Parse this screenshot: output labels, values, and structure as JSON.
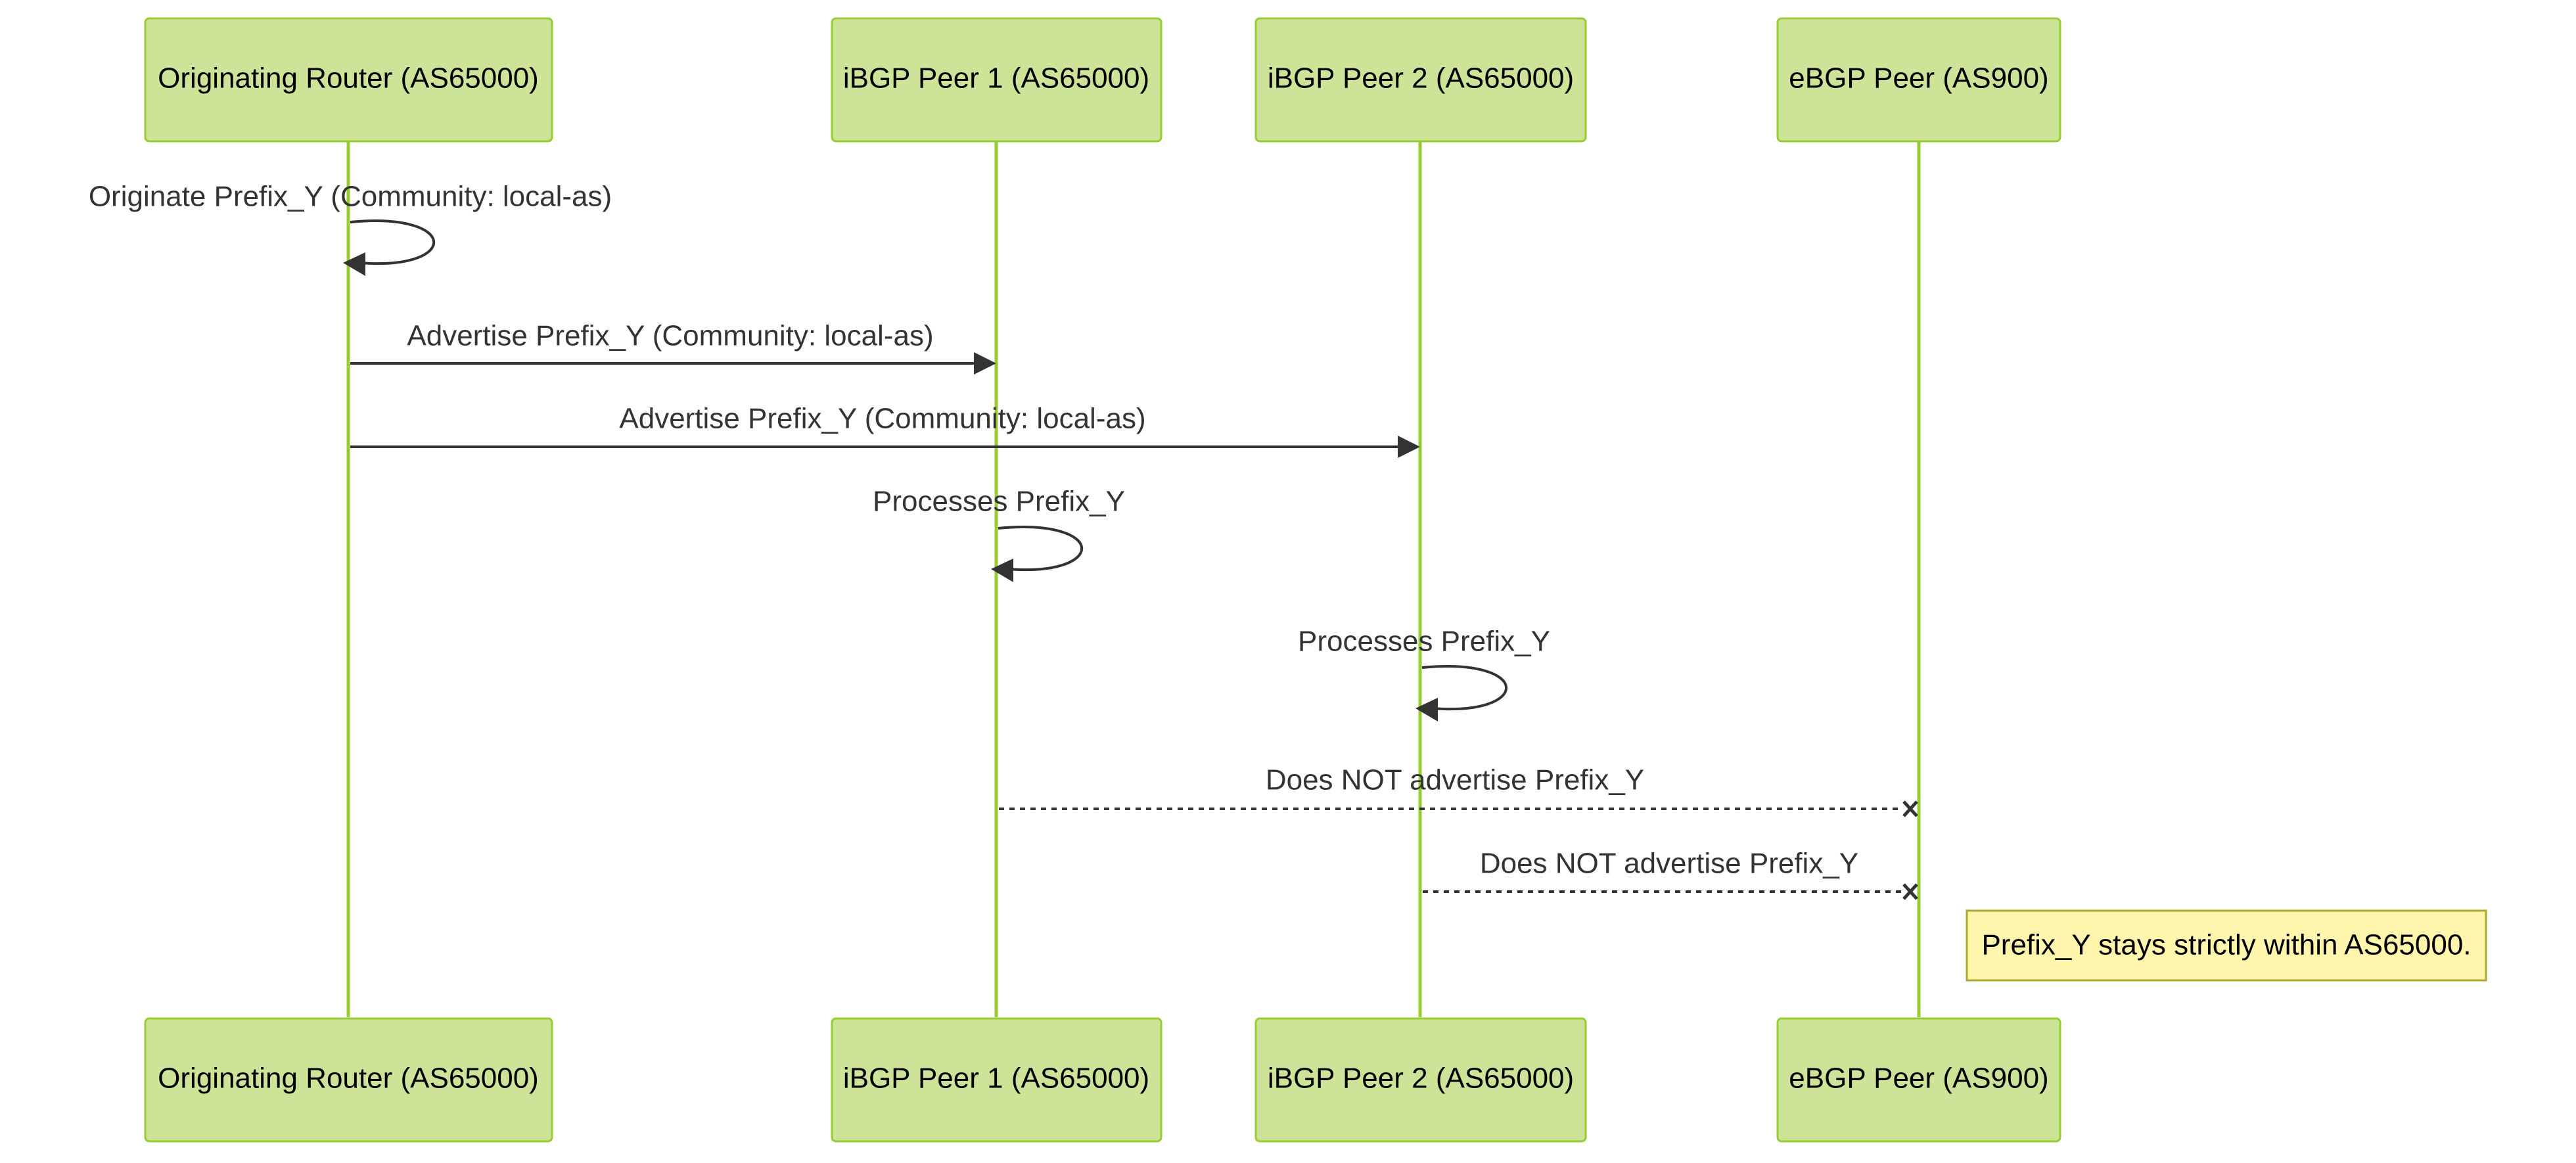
{
  "diagram": {
    "actors": [
      {
        "id": "originating-router",
        "label": "Originating Router (AS65000)"
      },
      {
        "id": "ibgp-peer-1",
        "label": "iBGP Peer 1 (AS65000)"
      },
      {
        "id": "ibgp-peer-2",
        "label": "iBGP Peer 2 (AS65000)"
      },
      {
        "id": "ebgp-peer",
        "label": "eBGP Peer (AS900)"
      }
    ],
    "messages": [
      {
        "id": "m1",
        "from": "originating-router",
        "to": "originating-router",
        "style": "solid",
        "end": "arrow",
        "label": "Originate Prefix_Y (Community: local-as)"
      },
      {
        "id": "m2",
        "from": "originating-router",
        "to": "ibgp-peer-1",
        "style": "solid",
        "end": "arrow",
        "label": "Advertise Prefix_Y (Community: local-as)"
      },
      {
        "id": "m3",
        "from": "originating-router",
        "to": "ibgp-peer-2",
        "style": "solid",
        "end": "arrow",
        "label": "Advertise Prefix_Y (Community: local-as)"
      },
      {
        "id": "m4",
        "from": "ibgp-peer-1",
        "to": "ibgp-peer-1",
        "style": "solid",
        "end": "arrow",
        "label": "Processes Prefix_Y"
      },
      {
        "id": "m5",
        "from": "ibgp-peer-2",
        "to": "ibgp-peer-2",
        "style": "solid",
        "end": "arrow",
        "label": "Processes Prefix_Y"
      },
      {
        "id": "m6",
        "from": "ibgp-peer-1",
        "to": "ebgp-peer",
        "style": "dotted",
        "end": "cross",
        "label": "Does NOT advertise Prefix_Y"
      },
      {
        "id": "m7",
        "from": "ibgp-peer-2",
        "to": "ebgp-peer",
        "style": "dotted",
        "end": "cross",
        "label": "Does NOT advertise Prefix_Y"
      }
    ],
    "note": {
      "position": "right of",
      "actor": "ebgp-peer",
      "text": "Prefix_Y stays strictly within AS65000."
    },
    "colors": {
      "actor_fill": "#cde498",
      "actor_border": "#99cc33",
      "lifeline": "#99cc33",
      "message": "#333333",
      "note_fill": "#fff5ad",
      "note_border": "#aaaa33"
    }
  }
}
